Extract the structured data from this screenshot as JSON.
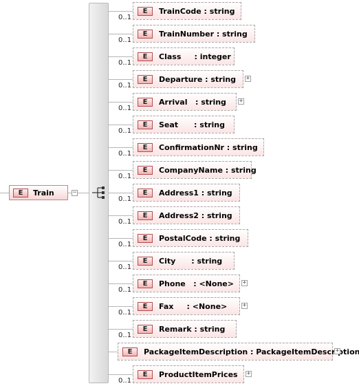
{
  "root": {
    "badge": "E",
    "label": "Train",
    "toggle": "−"
  },
  "elements": [
    {
      "badge": "E",
      "label": "TrainCode : string",
      "occurs": "0..1",
      "expand": ""
    },
    {
      "badge": "E",
      "label": "TrainNumber : string",
      "occurs": "0..1",
      "expand": ""
    },
    {
      "badge": "E",
      "label": "Class     : integer",
      "occurs": "0..1",
      "expand": ""
    },
    {
      "badge": "E",
      "label": "Departure : string",
      "occurs": "0..1",
      "expand": "+"
    },
    {
      "badge": "E",
      "label": "Arrival   : string",
      "occurs": "0..1",
      "expand": "+"
    },
    {
      "badge": "E",
      "label": "Seat      : string",
      "occurs": "0..1",
      "expand": ""
    },
    {
      "badge": "E",
      "label": "ConfirmationNr : string",
      "occurs": "0..1",
      "expand": ""
    },
    {
      "badge": "E",
      "label": "CompanyName : string",
      "occurs": "0..1",
      "expand": ""
    },
    {
      "badge": "E",
      "label": "Address1 : string",
      "occurs": "0..1",
      "expand": ""
    },
    {
      "badge": "E",
      "label": "Address2 : string",
      "occurs": "0..1",
      "expand": ""
    },
    {
      "badge": "E",
      "label": "PostalCode : string",
      "occurs": "0..1",
      "expand": ""
    },
    {
      "badge": "E",
      "label": "City      : string",
      "occurs": "0..1",
      "expand": ""
    },
    {
      "badge": "E",
      "label": "Phone   : <None>",
      "occurs": "0..1",
      "expand": "+"
    },
    {
      "badge": "E",
      "label": "Fax     : <None>",
      "occurs": "0..1",
      "expand": "+"
    },
    {
      "badge": "E",
      "label": "Remark : string",
      "occurs": "0..1",
      "expand": ""
    },
    {
      "badge": "E",
      "label": "PackageItemDescription : PackageItemDescription",
      "occurs": "",
      "expand": "+"
    },
    {
      "badge": "E",
      "label": "ProductItemPrices",
      "occurs": "0..1",
      "expand": "+"
    }
  ]
}
